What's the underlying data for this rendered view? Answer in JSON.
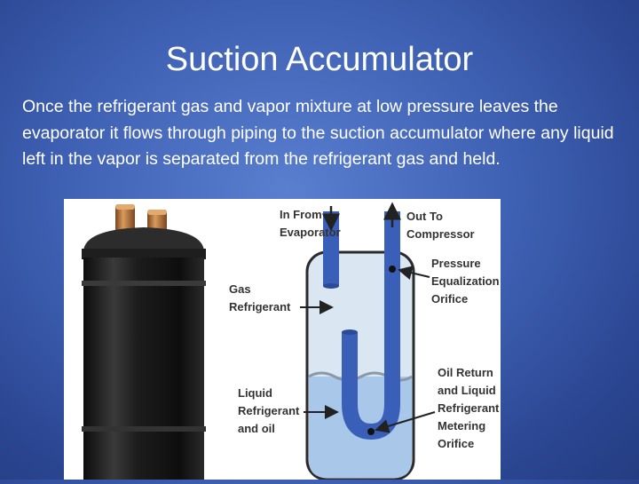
{
  "slide": {
    "title": "Suction Accumulator",
    "body": "Once the refrigerant gas and vapor mixture at low pressure leaves the evaporator it flows through piping to the suction accumulator where any liquid left in the vapor is separated from the refrigerant gas and held."
  },
  "diagram": {
    "labels": {
      "in_from_evaporator": [
        "In From",
        "Evaporator"
      ],
      "out_to_compressor": [
        "Out To",
        "Compressor"
      ],
      "pressure_equalization_orifice": [
        "Pressure",
        "Equalization",
        "Orifice"
      ],
      "gas_refrigerant": [
        "Gas",
        "Refrigerant"
      ],
      "liquid_refrigerant_and_oil": [
        "Liquid",
        "Refrigerant",
        "and oil"
      ],
      "oil_return_orifice": [
        "Oil Return",
        "and Liquid",
        "Refrigerant",
        "Metering",
        "Orifice"
      ]
    }
  },
  "colors": {
    "background": "#3f61b4",
    "pipe": "#3a5fb8",
    "vessel_gas": "#dbe6f3",
    "vessel_liquid": "#a9c7e8",
    "photo_body": "#1a1a1a",
    "copper": "#b5733a"
  }
}
